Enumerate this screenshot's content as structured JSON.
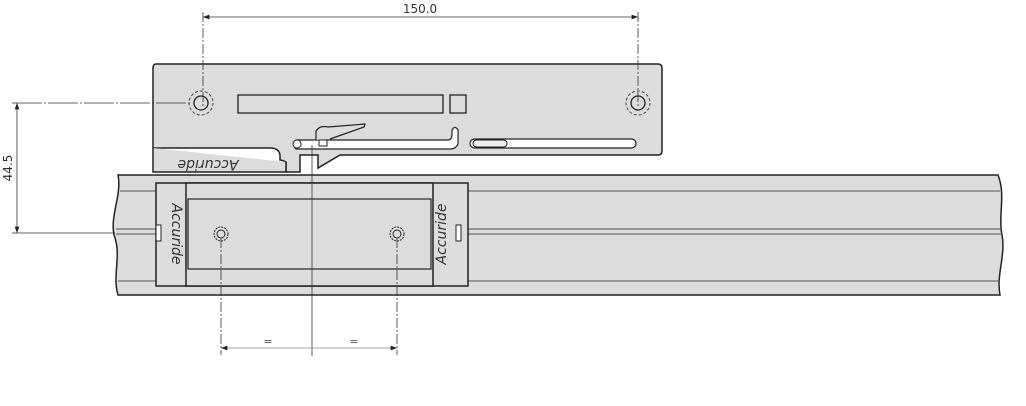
{
  "drawing": {
    "dim_width": "150.0",
    "dim_height": "44.5",
    "dim_equal_left": "=",
    "dim_equal_right": "=",
    "brand": "Accuride",
    "fill_color": "#dcdcdc",
    "line_color": "#222222"
  }
}
